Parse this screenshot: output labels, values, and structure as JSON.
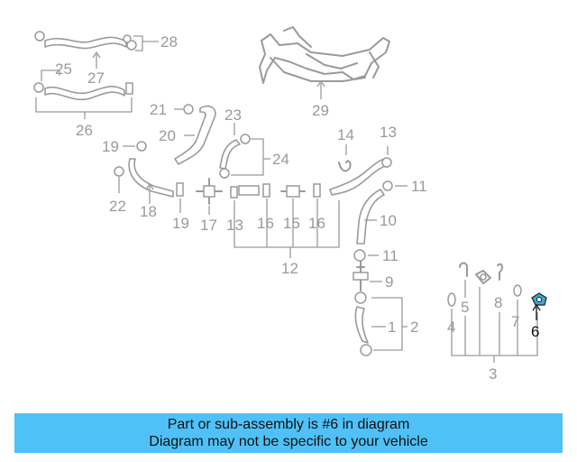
{
  "callouts": [
    "28",
    "25",
    "27",
    "26",
    "29",
    "21",
    "23",
    "20",
    "19",
    "24",
    "14",
    "13",
    "22",
    "18",
    "11",
    "17",
    "16",
    "15",
    "10",
    "12",
    "9",
    "2",
    "1",
    "5",
    "8",
    "7",
    "4",
    "6",
    "3"
  ],
  "highlight_callout": "6",
  "banner": {
    "line1": "Part or sub-assembly is #6 in diagram",
    "line2": "Diagram may not be specific to your vehicle"
  },
  "colors": {
    "line": "#9a9a9a",
    "highlight_part": "#3aa6d8",
    "banner_bg": "#4fc1f7"
  }
}
